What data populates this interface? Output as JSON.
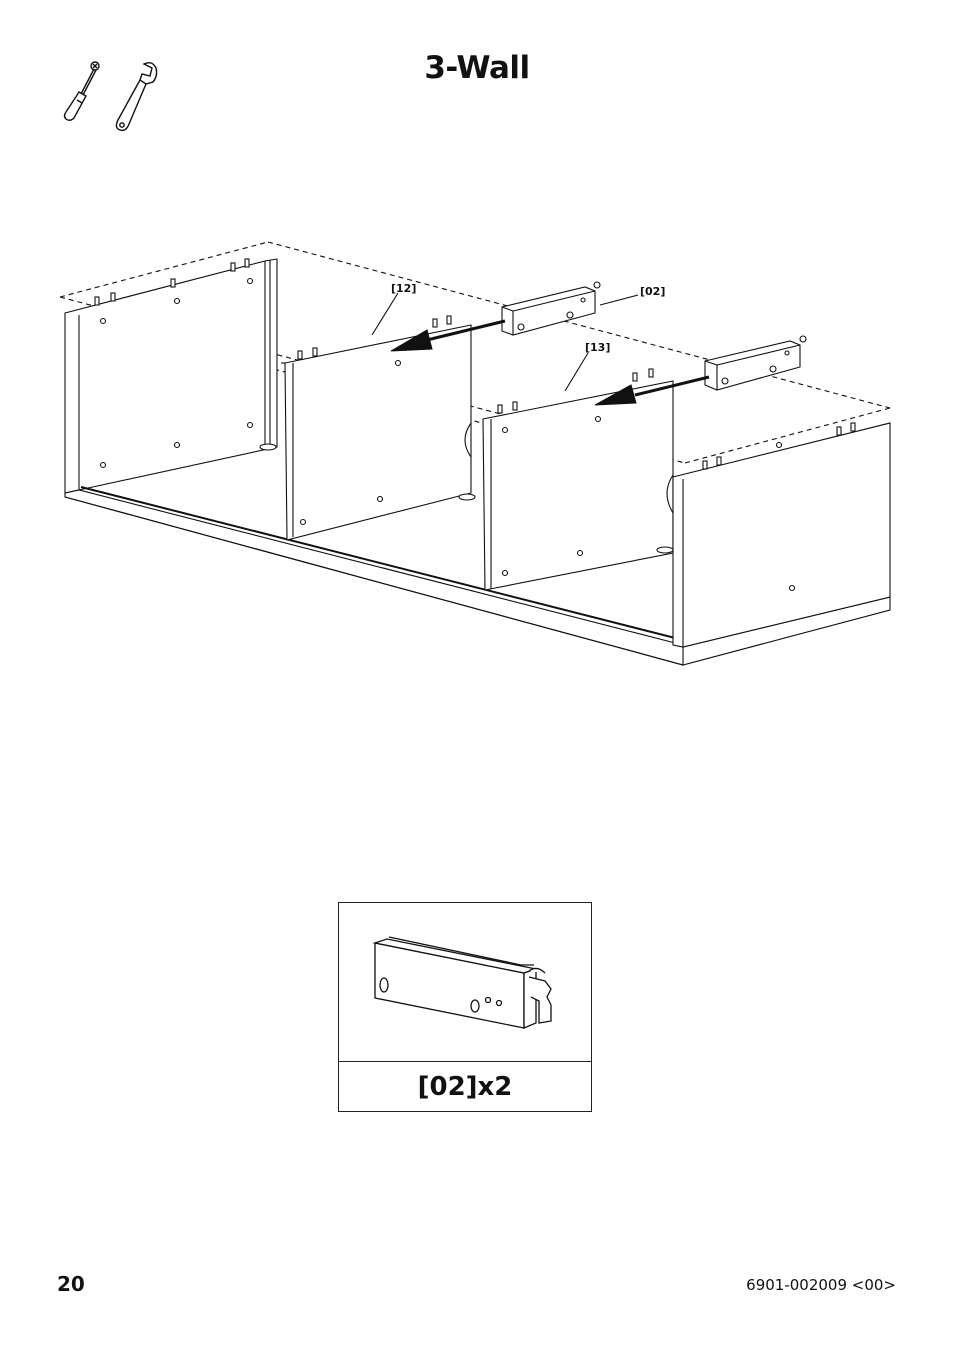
{
  "page": {
    "title": "3-Wall",
    "page_number": "20",
    "doc_code": "6901-002009 <00>"
  },
  "tools": {
    "icons": [
      "screwdriver-icon",
      "wrench-icon"
    ]
  },
  "diagram": {
    "callouts": {
      "panel_a": "[12]",
      "panel_b": "[13]",
      "bracket": "[02]"
    }
  },
  "parts": {
    "quantity_label": "[02]x2"
  },
  "colors": {
    "line": "#111111",
    "background": "#ffffff"
  }
}
